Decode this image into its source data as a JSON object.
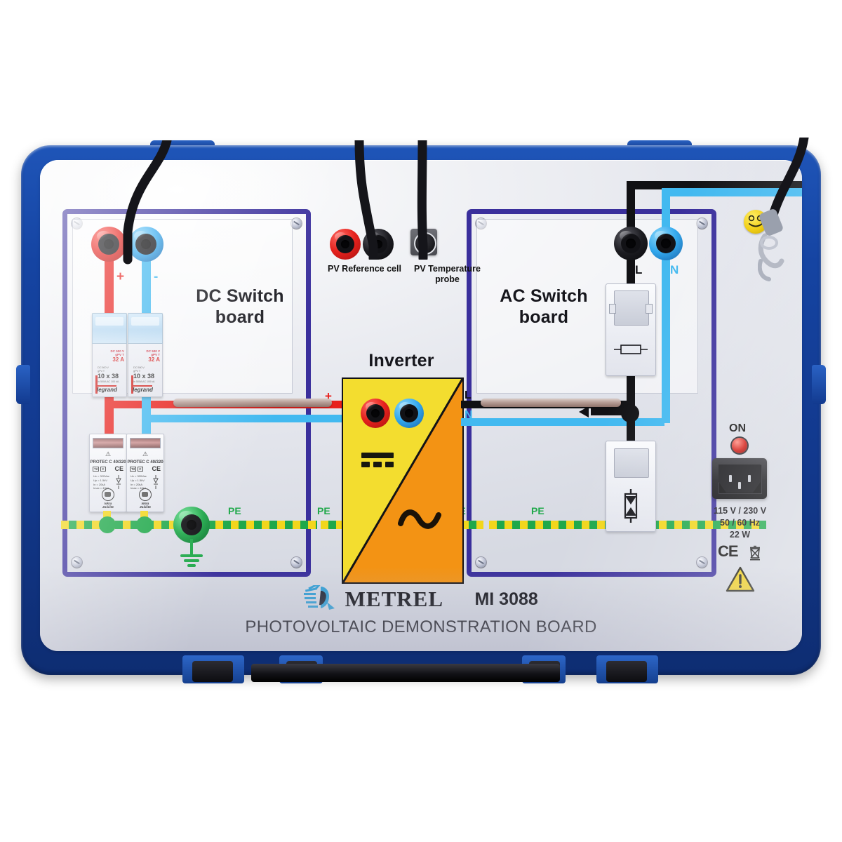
{
  "product": {
    "brand": "METREL",
    "model": "MI 3088",
    "name": "PHOTOVOLTAIC DEMONSTRATION BOARD"
  },
  "boards": {
    "dc": {
      "title_line1": "DC Switch",
      "title_line2": "board"
    },
    "ac": {
      "title_line1": "AC Switch",
      "title_line2": "board"
    },
    "inverter_title": "Inverter"
  },
  "terminals": {
    "dc_plus": "+",
    "dc_minus": "-",
    "ac_l": "L",
    "ac_n": "N",
    "inv_plus": "+",
    "inv_minus": "-",
    "inv_l": "L",
    "inv_n": "N",
    "pv_reference_cell": "PV Reference cell",
    "pv_temperature_probe_line1": "PV Temperature",
    "pv_temperature_probe_line2": "probe"
  },
  "pe_labels": [
    "PE",
    "PE",
    "PE",
    "PE"
  ],
  "fuses": [
    {
      "amp": "32 A",
      "amp_small": "DC 500 V\ngPV  T",
      "size": "10 x 38",
      "size_small": "In 500A AC 100 kA",
      "brand": "legrand"
    },
    {
      "amp": "32 A",
      "amp_small": "DC 500 V\ngPV  T",
      "size": "10 x 38",
      "size_small": "In 500A AC 100 kA",
      "brand": "legrand"
    }
  ],
  "spd": [
    {
      "name": "PROTEC C 40/320",
      "badges": [
        "T2",
        "C"
      ],
      "ce": "CE",
      "specs": [
        "Uc = 320Vac",
        "Up = 1.5kV",
        "In = 20kA",
        "Imax = 40kA"
      ],
      "logo_text": "Iskra Zaščite"
    },
    {
      "name": "PROTEC C 40/320",
      "badges": [
        "T2",
        "C"
      ],
      "ce": "CE",
      "specs": [
        "Uc = 320Vac",
        "Up = 1.5kV",
        "In = 20kA",
        "Imax = 40kA"
      ],
      "logo_text": "Iskra Zaščite"
    }
  ],
  "power": {
    "on_label": "ON",
    "voltage": "115 V / 230 V",
    "frequency": "50  / 60 Hz",
    "wattage": "22 W",
    "ce_mark": "CE"
  },
  "icons": {
    "dc_symbol": "dc-symbol-icon",
    "ac_symbol": "ac-sine-icon",
    "earth": "earth-ground-icon",
    "warning": "warning-triangle-icon",
    "weee": "weee-crossed-bin-icon",
    "qc_sticker": "qc-smiley-sticker-icon",
    "fuse": "fuse-icon",
    "varistor": "varistor-icon",
    "mini_din": "mini-din-socket-icon"
  },
  "colors": {
    "case_blue": "#1544a2",
    "frame_purple": "#3a2f9c",
    "wire_red": "#e8201c",
    "wire_cyan": "#42b9f0",
    "wire_black": "#111114",
    "pe_green": "#1fa84a",
    "pe_yellow": "#f2d61c",
    "inverter_yellow": "#f3dd2f",
    "inverter_orange": "#f39314",
    "led_red": "#d21d16",
    "warning_yellow": "#f2cf16"
  }
}
